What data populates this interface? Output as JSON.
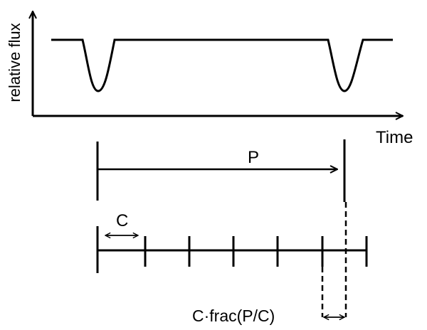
{
  "diagram": {
    "axes": {
      "y_label": "relative flux",
      "x_label": "Time"
    },
    "labels": {
      "period": "P",
      "cadence": "C",
      "offset": "C·frac(P/C)"
    },
    "colors": {
      "ink": "#000000",
      "background": "#ffffff"
    }
  }
}
